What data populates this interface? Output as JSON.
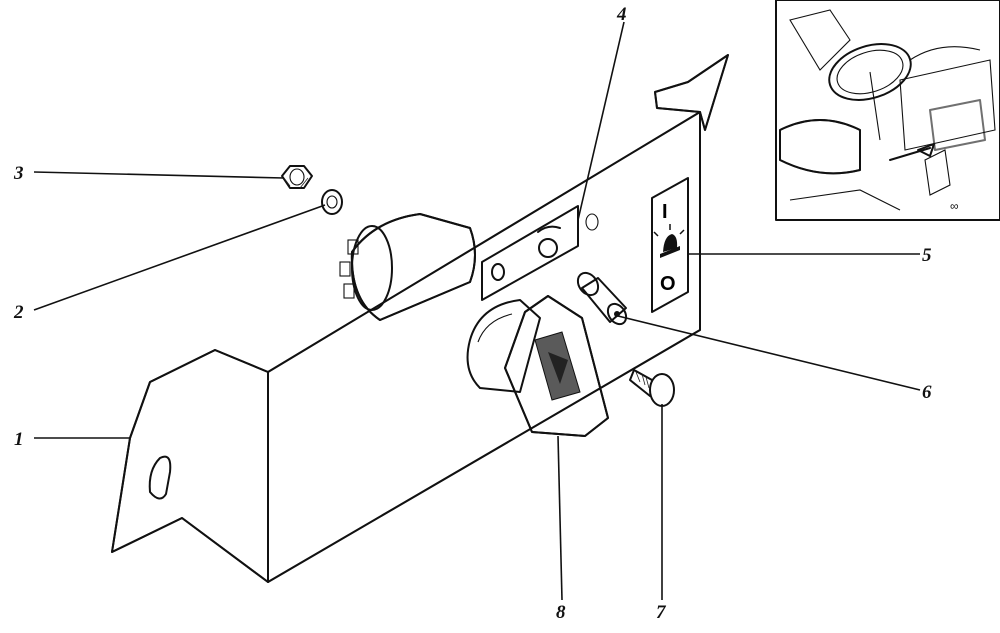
{
  "callouts": [
    {
      "label": "1"
    },
    {
      "label": "2"
    },
    {
      "label": "3"
    },
    {
      "label": "4"
    },
    {
      "label": "5"
    },
    {
      "label": "6"
    },
    {
      "label": "7"
    },
    {
      "label": "8"
    }
  ],
  "colors": {
    "ink": "#111111",
    "background": "#ffffff",
    "knob_dark": "#2a2a2a"
  },
  "icons": {
    "panel_switch_position_mark": "I",
    "panel_switch_off_mark": "O",
    "panel_lamp_icon": "beacon-lamp-icon"
  }
}
